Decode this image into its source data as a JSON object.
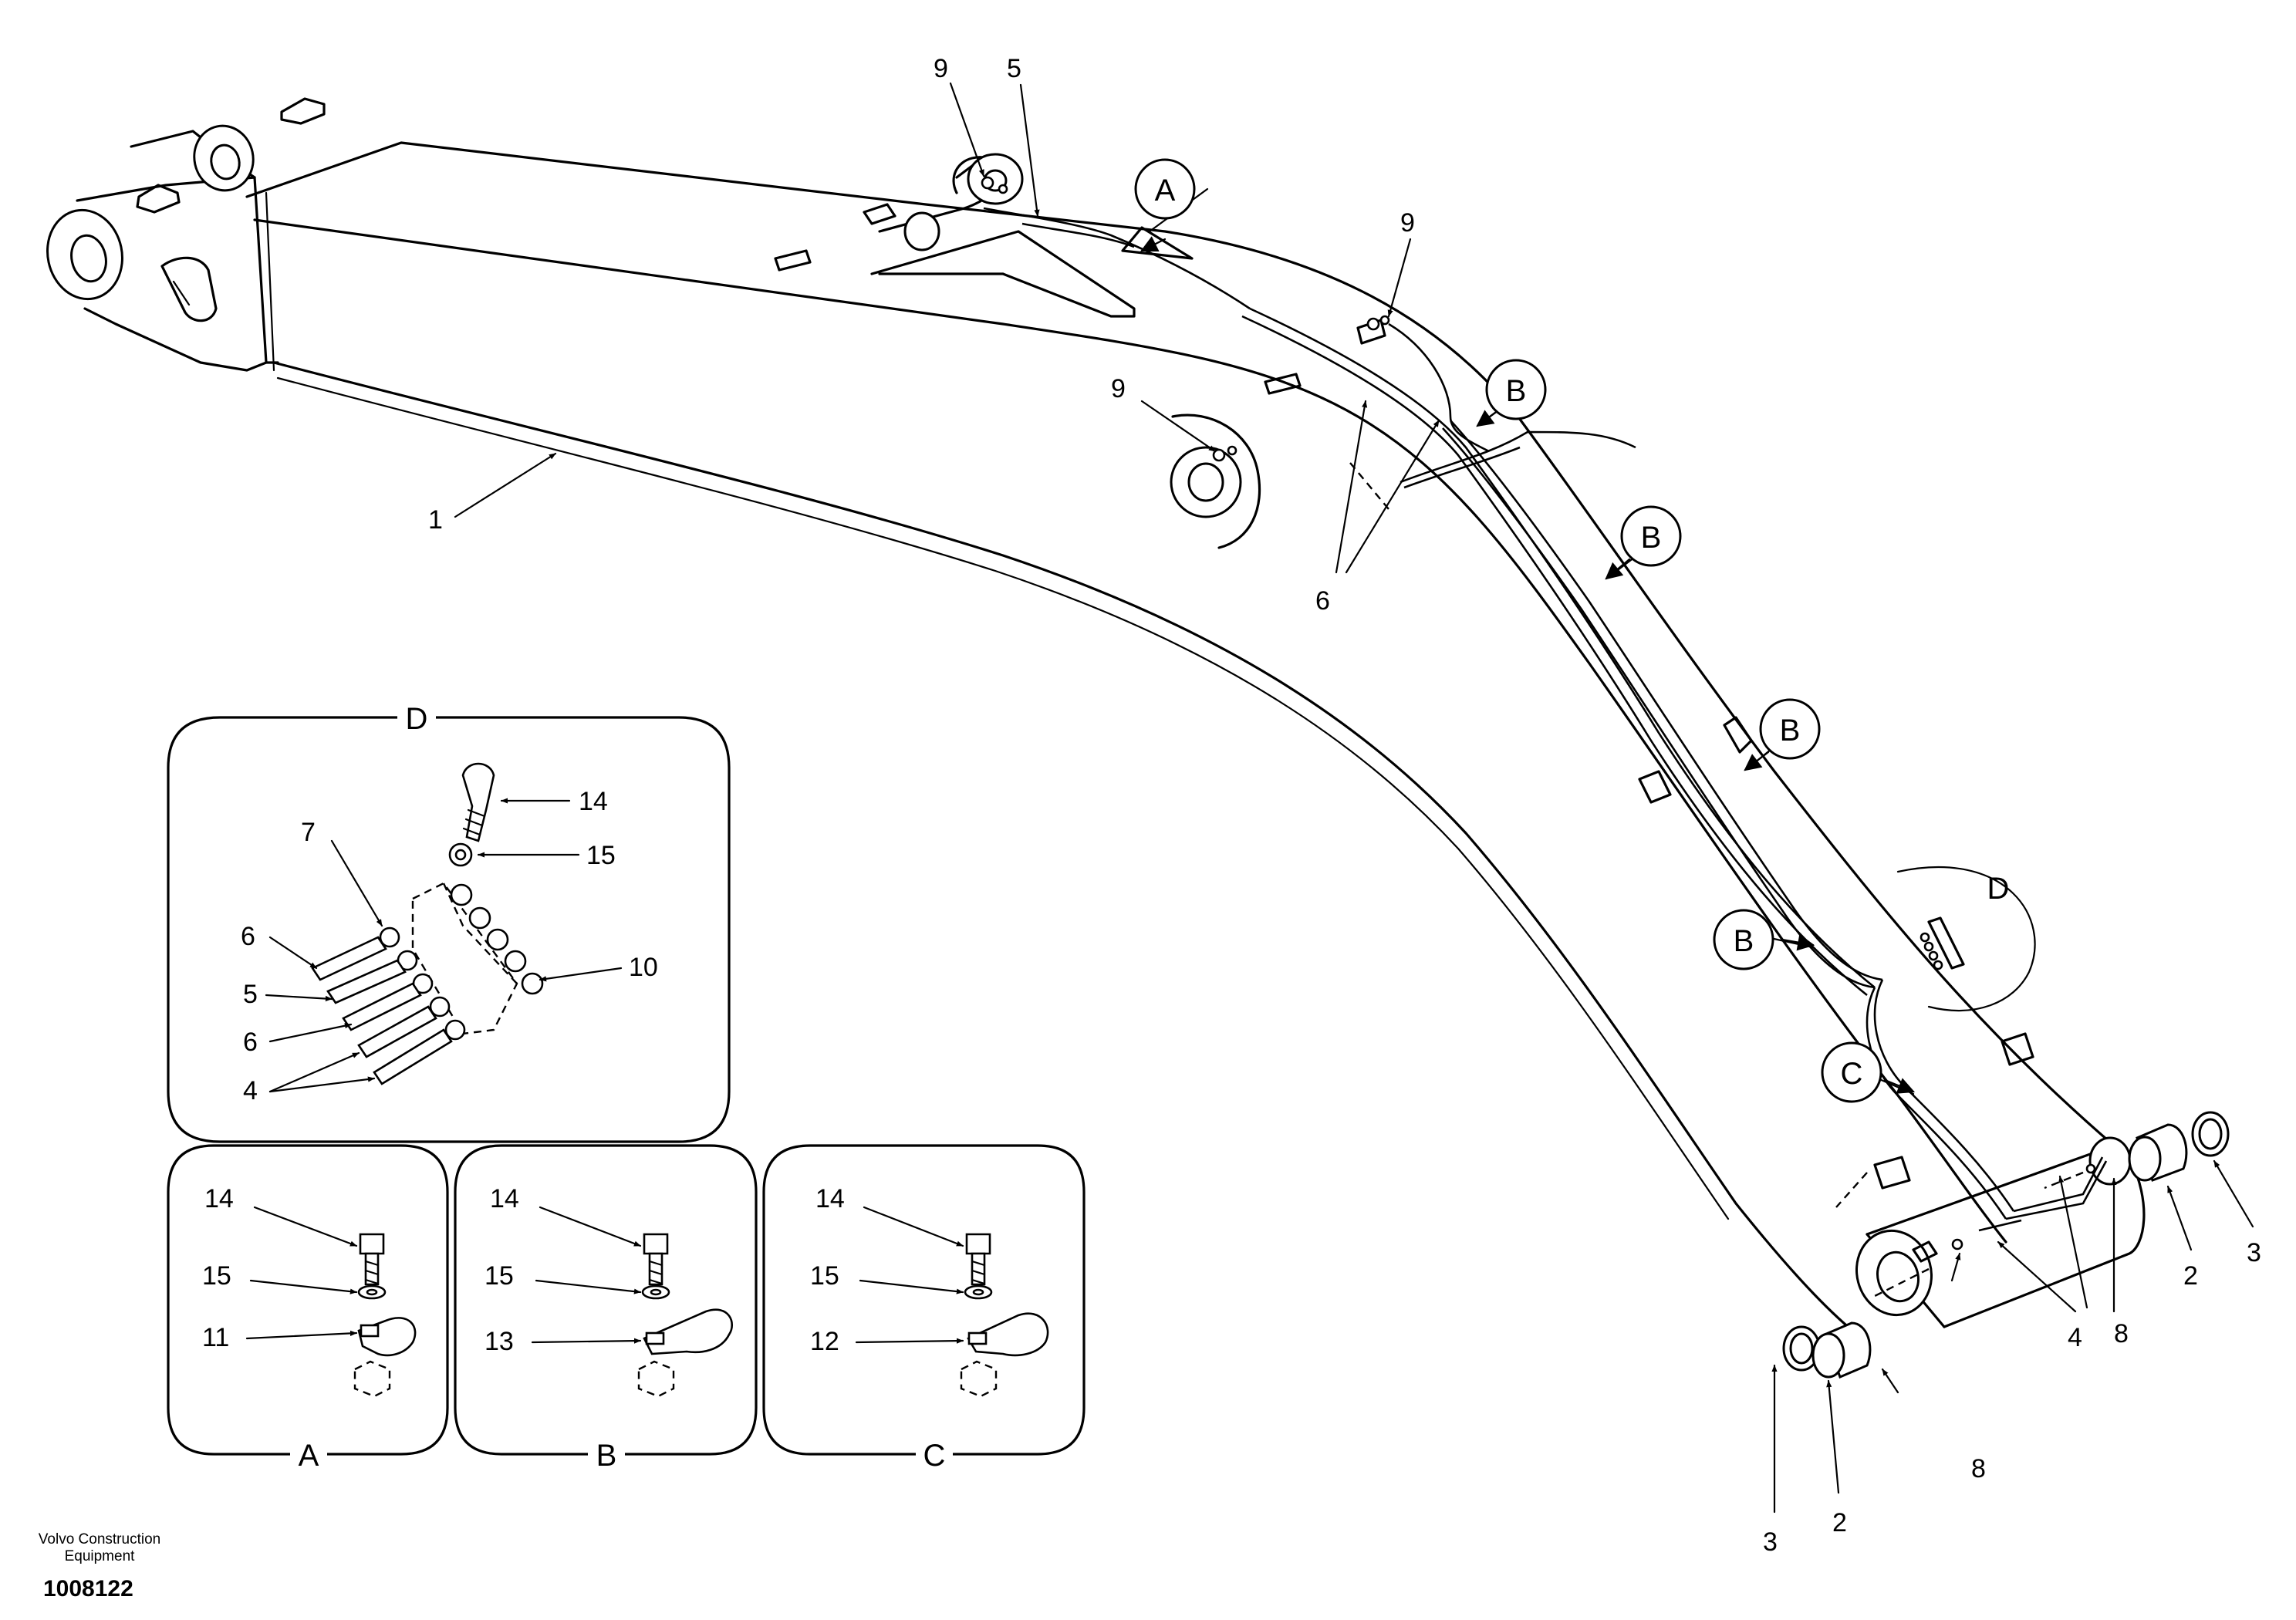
{
  "part_numbers": {
    "p1": "1",
    "p2": "2",
    "p3": "3",
    "p4": "4",
    "p5": "5",
    "p6": "6",
    "p7": "7",
    "p8": "8",
    "p9": "9",
    "p10": "10",
    "p11": "11",
    "p12": "12",
    "p13": "13",
    "p14": "14",
    "p15": "15"
  },
  "detail_callouts": {
    "a": "A",
    "b": "B",
    "c": "C",
    "d": "D"
  },
  "footer": {
    "brand_line1": "Volvo Construction",
    "brand_line2": "Equipment",
    "drawing_number": "1008122"
  }
}
